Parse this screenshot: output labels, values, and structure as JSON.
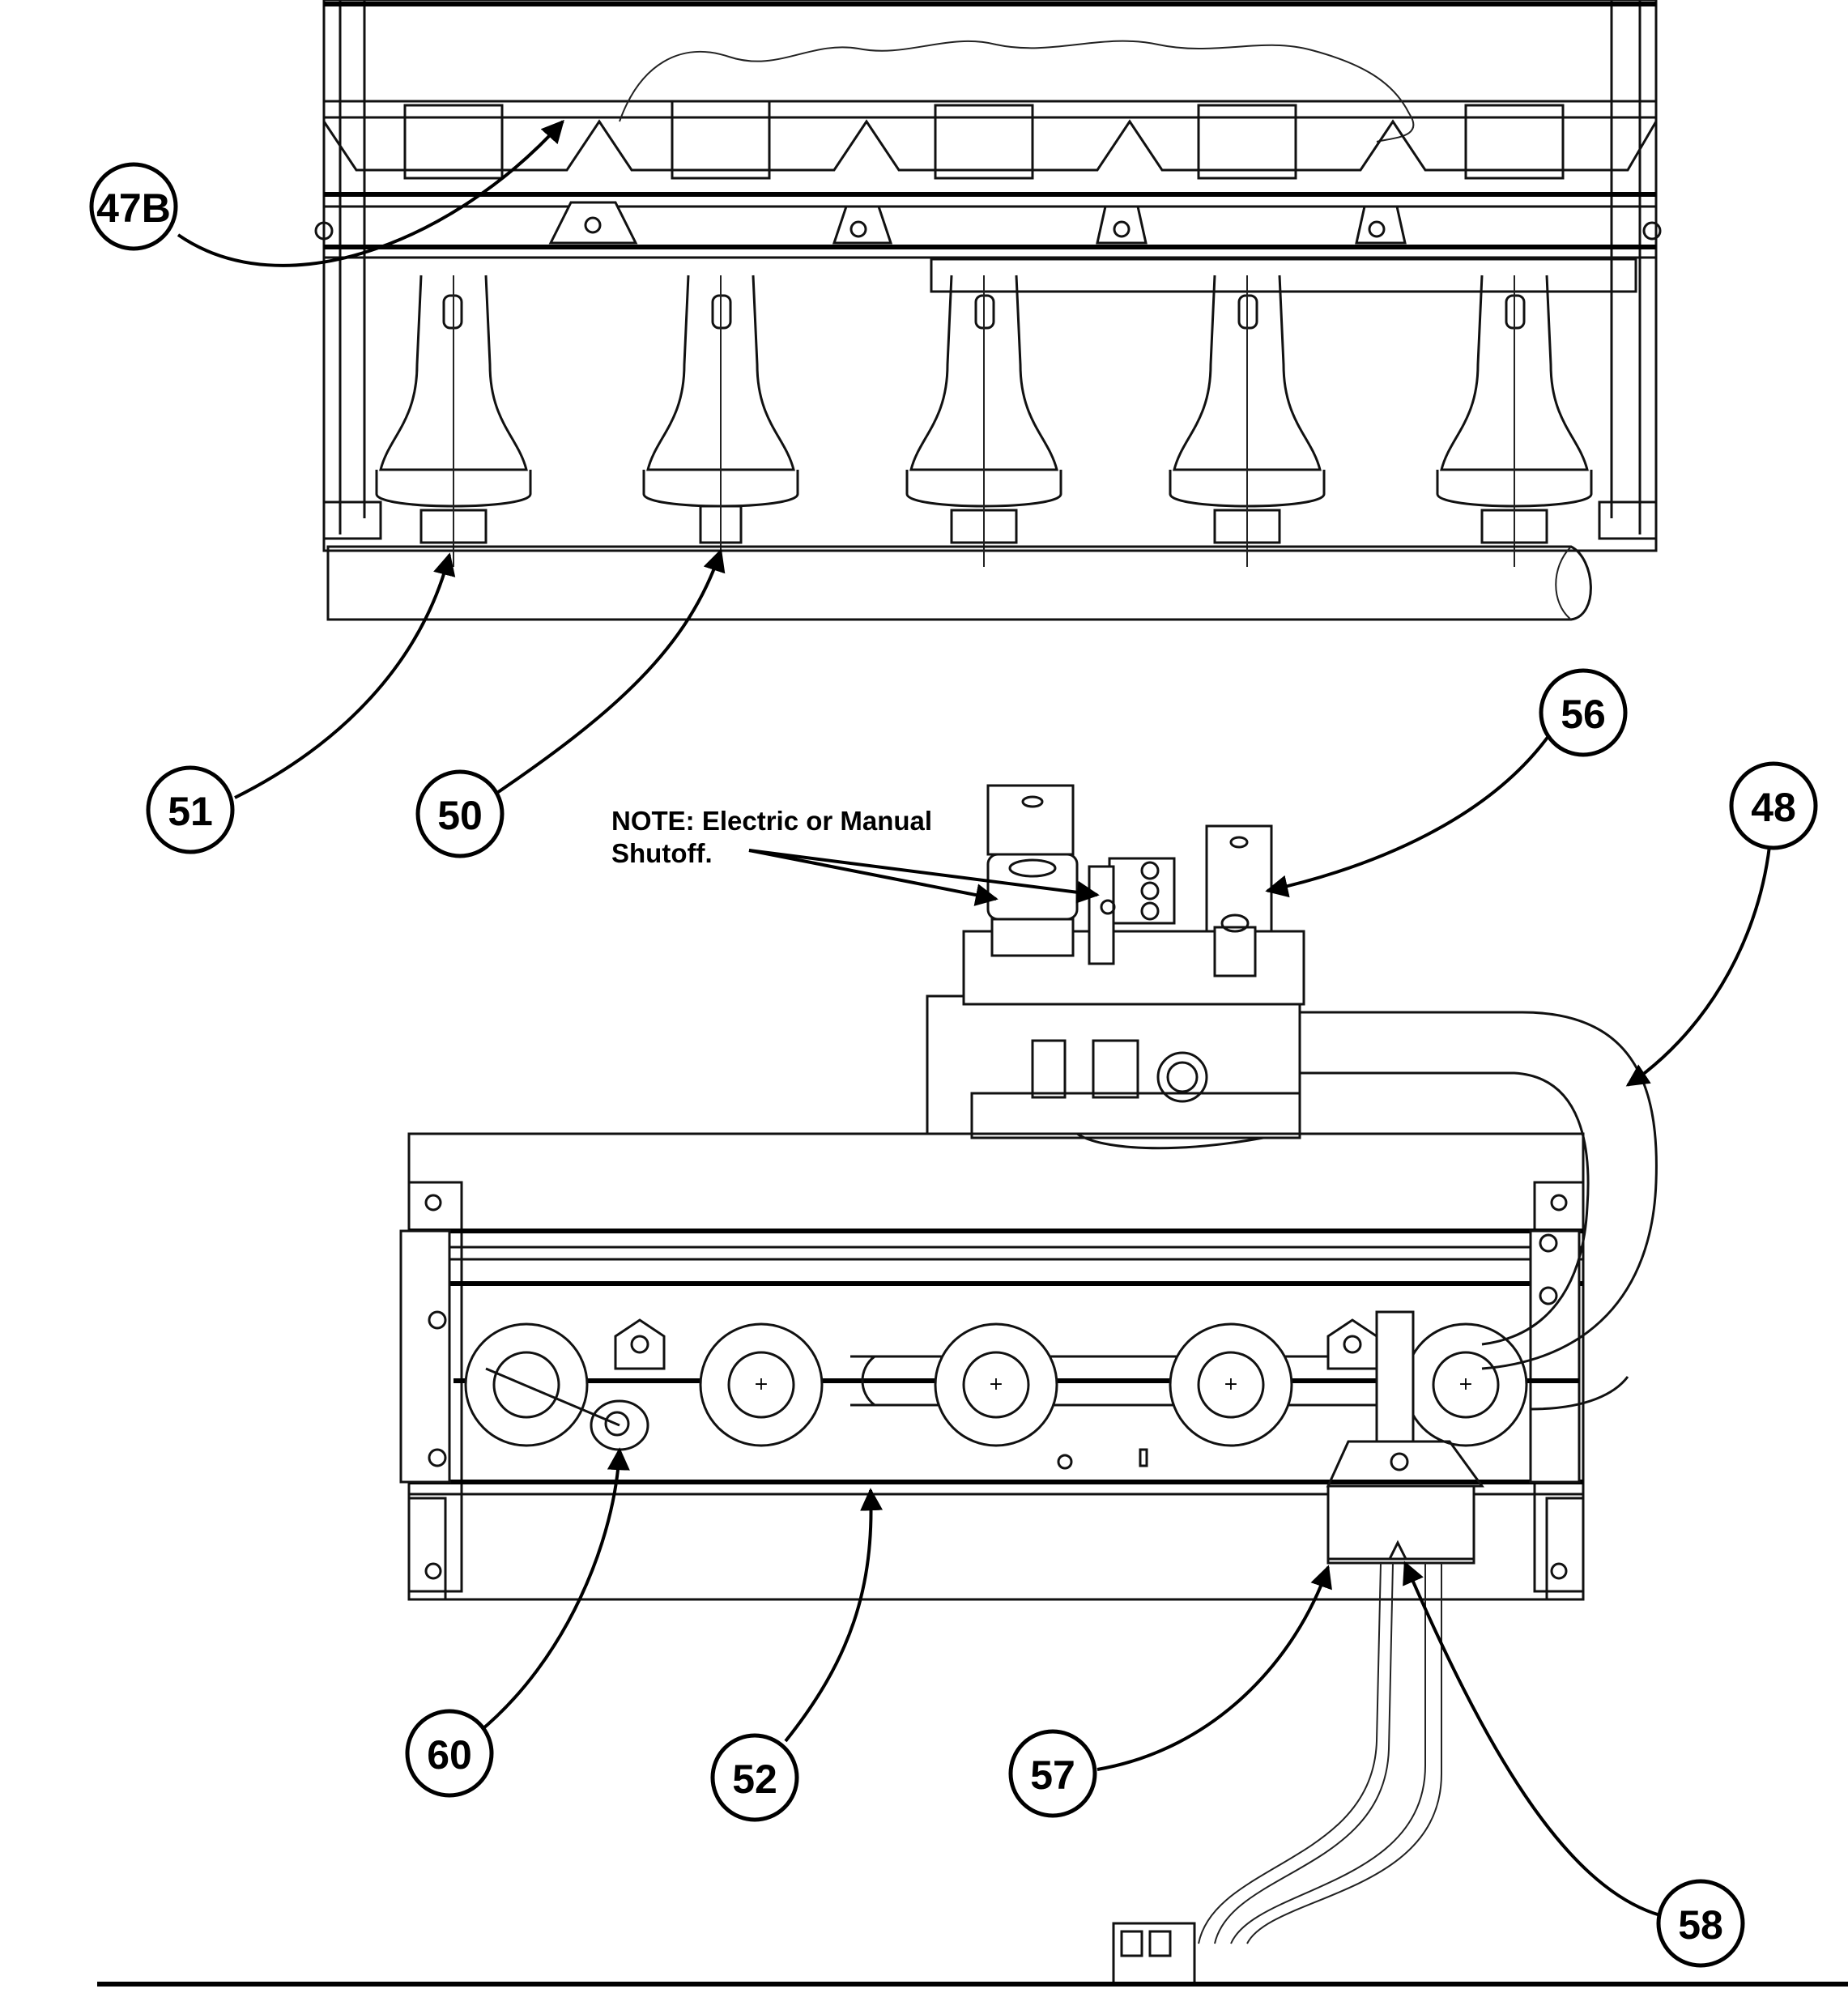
{
  "callouts": [
    {
      "id": "47b",
      "label": "47B"
    },
    {
      "id": "51",
      "label": "51"
    },
    {
      "id": "50",
      "label": "50"
    },
    {
      "id": "56",
      "label": "56"
    },
    {
      "id": "48",
      "label": "48"
    },
    {
      "id": "60",
      "label": "60"
    },
    {
      "id": "52",
      "label": "52"
    },
    {
      "id": "57",
      "label": "57"
    },
    {
      "id": "58",
      "label": "58"
    }
  ],
  "note": {
    "line1": "NOTE: Electric or Manual",
    "line2": "Shutoff."
  }
}
